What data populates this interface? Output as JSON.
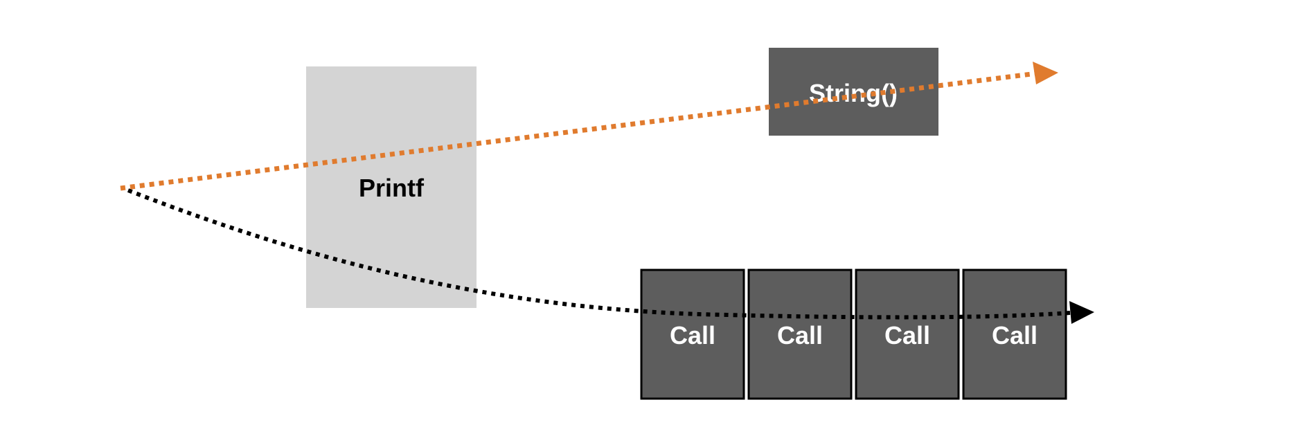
{
  "diagram": {
    "printf_label": "Printf",
    "string_label": "String()",
    "call_labels": [
      "Call",
      "Call",
      "Call",
      "Call"
    ]
  },
  "colors": {
    "background": "#ffffff",
    "printf_box": "#d4d4d4",
    "dark_box": "#5d5d5d",
    "box_border": "#000000",
    "dark_box_text": "#ffffff",
    "printf_text": "#000000",
    "orange_arrow": "#e07b2e",
    "black_arrow": "#000000"
  },
  "icons": {
    "orange_arrow_head": "triangle-arrow-icon",
    "black_arrow_head": "triangle-arrow-icon"
  }
}
